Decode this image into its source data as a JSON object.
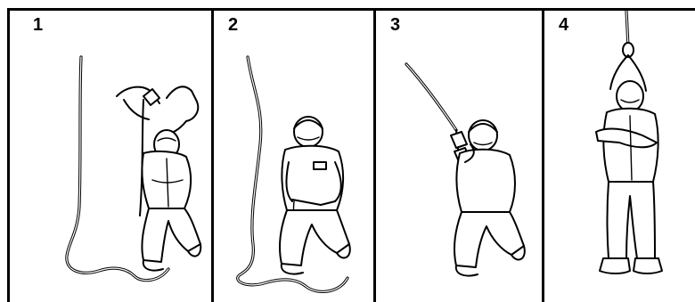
{
  "panels": [
    {
      "number": "1",
      "icon": "figure-kneeling-tying-rope"
    },
    {
      "number": "2",
      "icon": "figure-kneeling-adjusting-harness"
    },
    {
      "number": "3",
      "icon": "figure-kneeling-gripping-rope"
    },
    {
      "number": "4",
      "icon": "figure-hanging-from-rope"
    }
  ],
  "colors": {
    "ink": "#000000",
    "background": "#ffffff"
  }
}
